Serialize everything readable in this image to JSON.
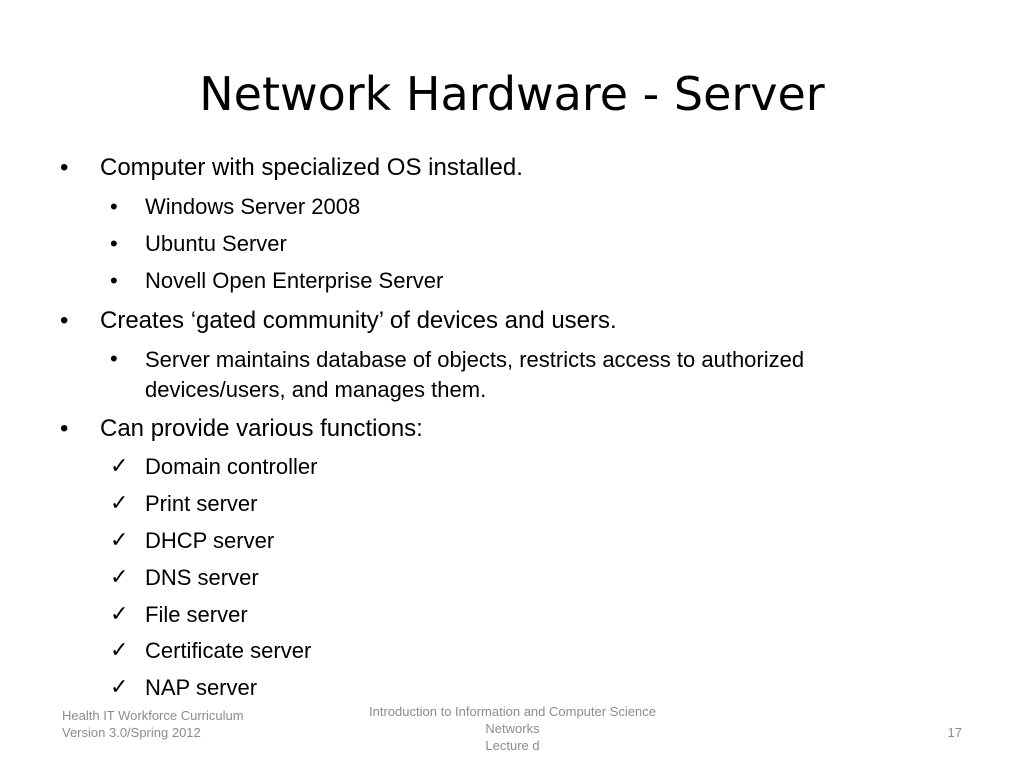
{
  "slide": {
    "title": "Network Hardware - Server",
    "bullets": [
      {
        "text": "Computer with specialized OS installed.",
        "sub": [
          "Windows Server 2008",
          "Ubuntu Server",
          "Novell Open Enterprise Server"
        ]
      },
      {
        "text": "Creates ‘gated community’ of devices and users.",
        "sub": [
          "Server maintains database of objects, restricts access to authorized devices/users, and manages them."
        ]
      },
      {
        "text": "Can provide various functions:",
        "checks": [
          "Domain controller",
          "Print server",
          "DHCP server",
          "DNS server",
          "File server",
          "Certificate server",
          "NAP server"
        ]
      }
    ],
    "bullet_symbol": "•",
    "check_symbol": "✓"
  },
  "footer": {
    "left_line1": "Health IT Workforce Curriculum",
    "left_line2": "Version 3.0/Spring 2012",
    "center_line1": "Introduction to Information and Computer Science",
    "center_line2": "Networks",
    "center_line3": "Lecture d",
    "page_number": "17"
  },
  "colors": {
    "text": "#000000",
    "footer_text": "#8c8c8c",
    "background": "#ffffff"
  }
}
